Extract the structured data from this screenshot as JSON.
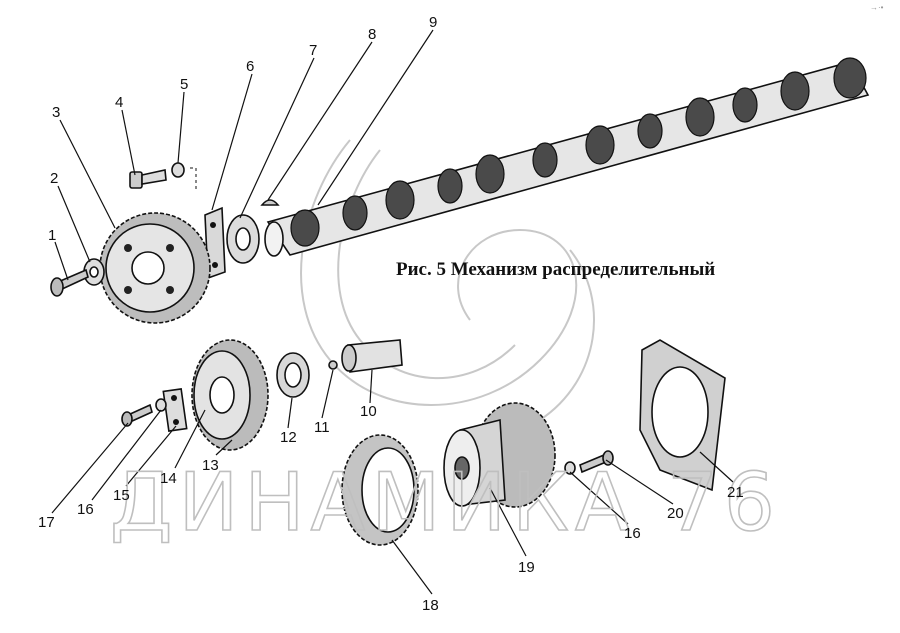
{
  "figure": {
    "caption": "Рис.  5  Механизм распределительный",
    "watermark": "ДИНАМИКА 76",
    "corner_mark": "→·•"
  },
  "callouts": [
    {
      "id": "c1",
      "text": "1"
    },
    {
      "id": "c2",
      "text": "2"
    },
    {
      "id": "c3",
      "text": "3"
    },
    {
      "id": "c4",
      "text": "4"
    },
    {
      "id": "c5",
      "text": "5"
    },
    {
      "id": "c6",
      "text": "6"
    },
    {
      "id": "c7",
      "text": "7"
    },
    {
      "id": "c8",
      "text": "8"
    },
    {
      "id": "c9",
      "text": "9"
    },
    {
      "id": "c10",
      "text": "10"
    },
    {
      "id": "c11",
      "text": "11"
    },
    {
      "id": "c12",
      "text": "12"
    },
    {
      "id": "c13",
      "text": "13"
    },
    {
      "id": "c14",
      "text": "14"
    },
    {
      "id": "c15",
      "text": "15"
    },
    {
      "id": "c16a",
      "text": "16"
    },
    {
      "id": "c17",
      "text": "17"
    },
    {
      "id": "c18",
      "text": "18"
    },
    {
      "id": "c19",
      "text": "19"
    },
    {
      "id": "c16b",
      "text": "16"
    },
    {
      "id": "c20",
      "text": "20"
    },
    {
      "id": "c21",
      "text": "21"
    }
  ],
  "colors": {
    "ink": "#111111",
    "paper": "#ffffff",
    "watermark": "#bfbfbf",
    "shade": "#555555"
  }
}
